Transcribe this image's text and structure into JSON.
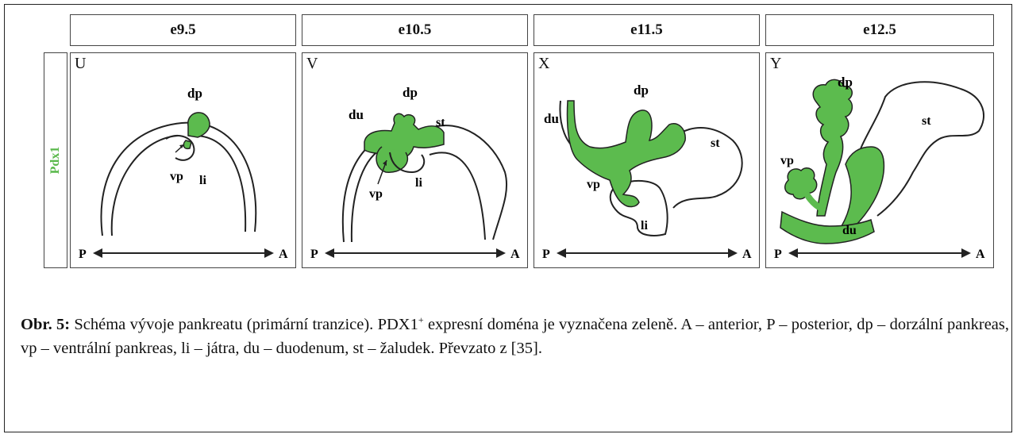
{
  "stages": [
    "e9.5",
    "e10.5",
    "e11.5",
    "e12.5"
  ],
  "side_label": "Pdx1",
  "panels": [
    {
      "letter": "U",
      "labels": {
        "dp": "dp",
        "vp": "vp",
        "li": "li"
      }
    },
    {
      "letter": "V",
      "labels": {
        "dp": "dp",
        "du": "du",
        "st": "st",
        "vp": "vp",
        "li": "li"
      }
    },
    {
      "letter": "X",
      "labels": {
        "dp": "dp",
        "du": "du",
        "st": "st",
        "vp": "vp",
        "li": "li"
      }
    },
    {
      "letter": "Y",
      "labels": {
        "dp": "dp",
        "st": "st",
        "vp": "vp",
        "du": "du"
      }
    }
  ],
  "axis": {
    "left": "P",
    "right": "A"
  },
  "caption": {
    "label": "Obr. 5:",
    "text_before_sup": " Schéma vývoje pankreatu (primární tranzice). PDX1",
    "sup": "+",
    "text_after_sup": " expresní doména je vyznačena zeleně. A – anterior, P – posterior, dp – dorzální pankreas, vp – ventrální pankreas, li – játra, du – duodenum, st – žaludek. Převzato z [35]."
  },
  "colors": {
    "green": "#5cbb4e",
    "border": "#444444",
    "outline": "#222222"
  }
}
